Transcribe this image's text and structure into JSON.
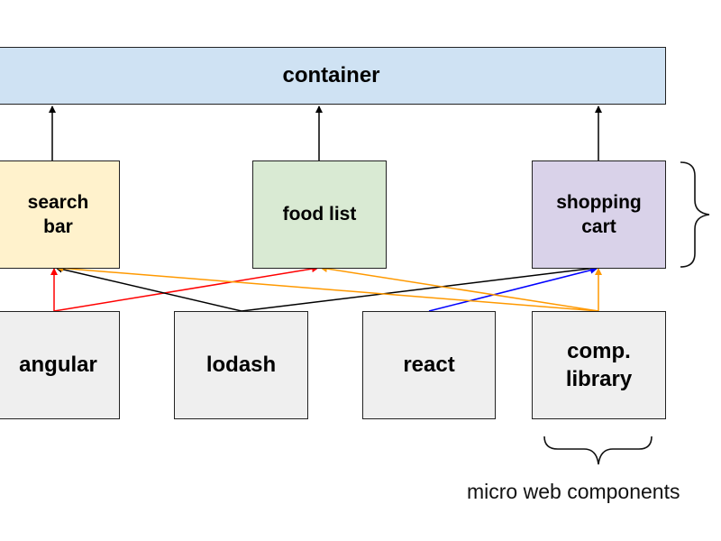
{
  "colors": {
    "container": "#cfe2f3",
    "search_bar": "#fff2cc",
    "food_list": "#d9ead3",
    "shopping_cart": "#d9d2e9",
    "library": "#efefef",
    "arrow_black": "#000000",
    "arrow_red": "#ff0000",
    "arrow_orange": "#ff9900",
    "arrow_blue": "#0000ff"
  },
  "nodes": {
    "container": {
      "label": "container"
    },
    "search_bar": {
      "line1": "search",
      "line2": "bar"
    },
    "food_list": {
      "label": "food list"
    },
    "shopping_cart": {
      "line1": "shopping",
      "line2": "cart"
    },
    "angular": {
      "label": "angular"
    },
    "lodash": {
      "label": "lodash"
    },
    "react": {
      "label": "react"
    },
    "comp_library": {
      "line1": "comp.",
      "line2": "library"
    }
  },
  "caption": "micro web components"
}
